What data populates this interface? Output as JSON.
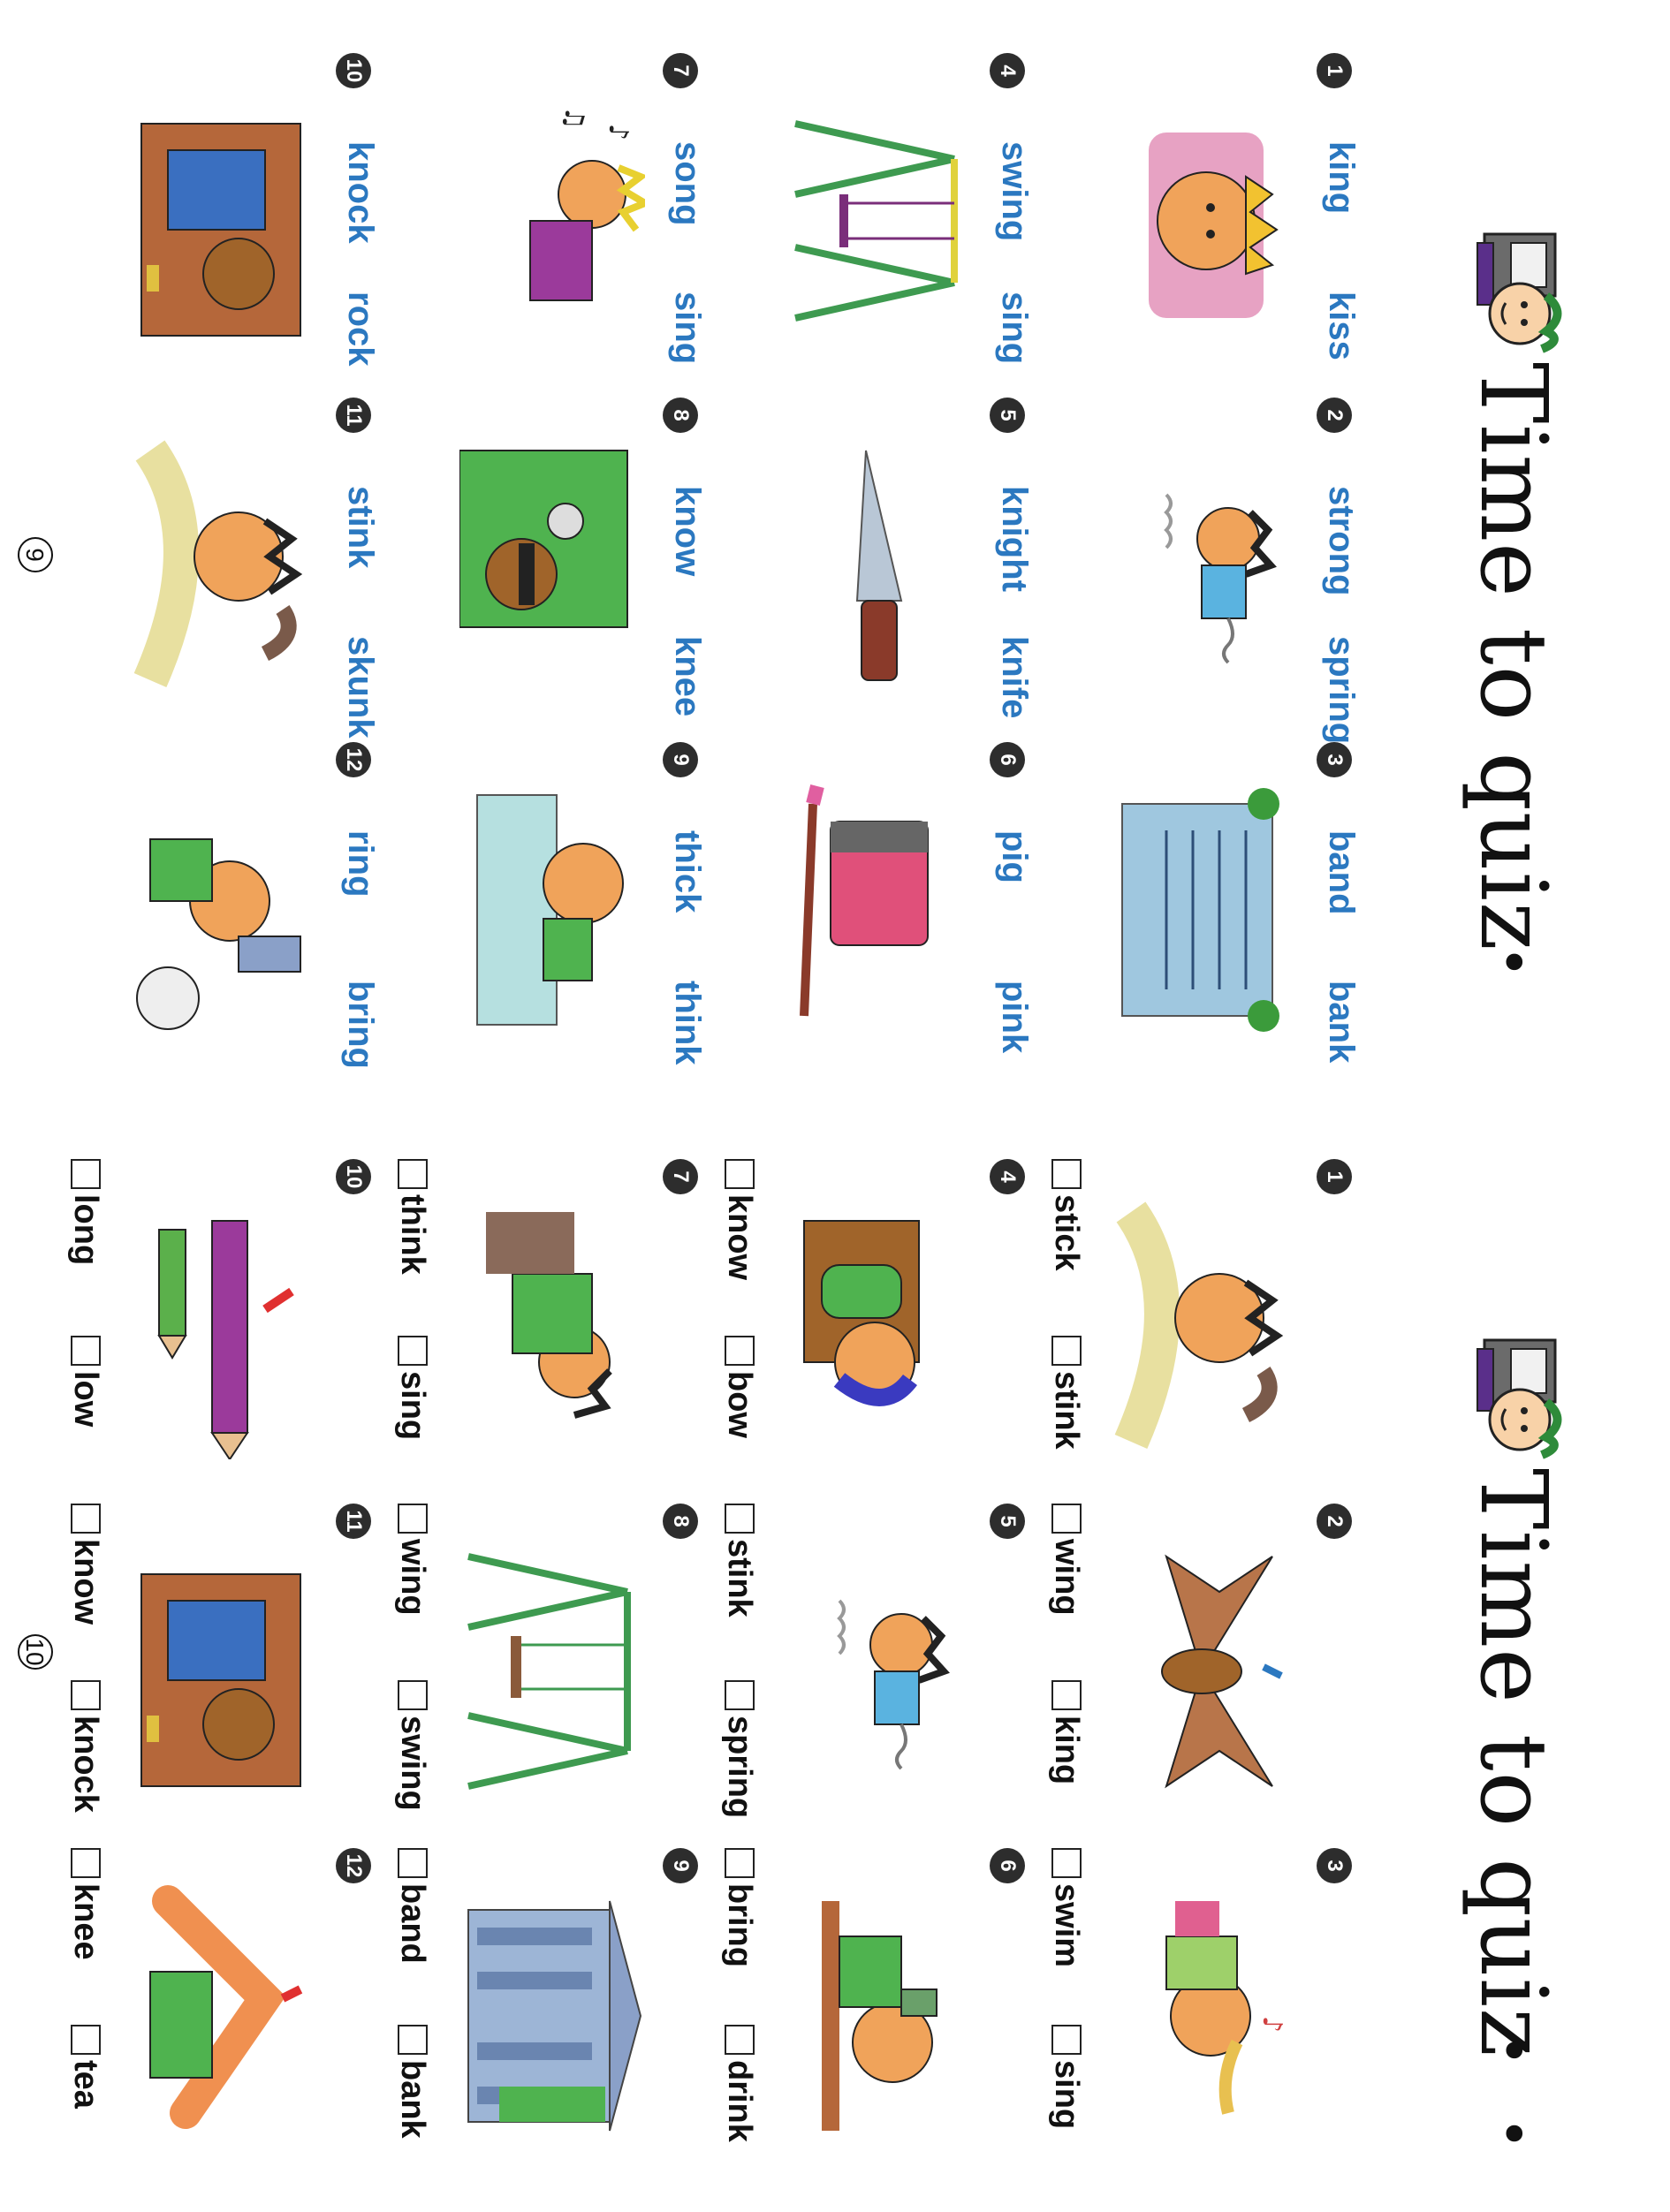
{
  "left_page": {
    "title": "Time to quiz",
    "dots": "•",
    "page_number": "9",
    "items": [
      {
        "num": "1",
        "word1": "king",
        "word2": "kiss",
        "icon": "king-illustration"
      },
      {
        "num": "2",
        "word1": "strong",
        "word2": "spring",
        "icon": "boy-on-spring-illustration"
      },
      {
        "num": "3",
        "word1": "band",
        "word2": "bank",
        "icon": "bank-building-illustration"
      },
      {
        "num": "4",
        "word1": "swing",
        "word2": "sing",
        "icon": "swing-set-illustration"
      },
      {
        "num": "5",
        "word1": "knight",
        "word2": "knife",
        "icon": "knife-illustration"
      },
      {
        "num": "6",
        "word1": "pig",
        "word2": "pink",
        "icon": "pink-paint-illustration"
      },
      {
        "num": "7",
        "word1": "song",
        "word2": "sing",
        "icon": "singer-illustration"
      },
      {
        "num": "8",
        "word1": "know",
        "word2": "knee",
        "icon": "thief-safe-illustration"
      },
      {
        "num": "9",
        "word1": "thick",
        "word2": "think",
        "icon": "thinking-boy-illustration"
      },
      {
        "num": "10",
        "word1": "knock",
        "word2": "rock",
        "icon": "knocking-door-illustration"
      },
      {
        "num": "11",
        "word1": "stink",
        "word2": "skunk",
        "icon": "skunk-illustration"
      },
      {
        "num": "12",
        "word1": "ring",
        "word2": "bring",
        "icon": "soccer-boy-illustration"
      }
    ]
  },
  "right_page": {
    "title": "Time to quiz",
    "dots": "• •",
    "page_number": "10",
    "items": [
      {
        "num": "1",
        "opt1": "stick",
        "opt2": "stink",
        "icon": "skunk-illustration"
      },
      {
        "num": "2",
        "opt1": "wing",
        "opt2": "king",
        "icon": "eagle-wing-illustration"
      },
      {
        "num": "3",
        "opt1": "swim",
        "opt2": "sing",
        "icon": "singing-girl-illustration"
      },
      {
        "num": "4",
        "opt1": "know",
        "opt2": "bow",
        "icon": "bowing-boy-illustration"
      },
      {
        "num": "5",
        "opt1": "stink",
        "opt2": "spring",
        "icon": "boy-on-spring-illustration"
      },
      {
        "num": "6",
        "opt1": "bring",
        "opt2": "drink",
        "icon": "drinking-boy-illustration"
      },
      {
        "num": "7",
        "opt1": "think",
        "opt2": "sing",
        "icon": "thinking-boy-illustration"
      },
      {
        "num": "8",
        "opt1": "wing",
        "opt2": "swing",
        "icon": "swing-set-illustration"
      },
      {
        "num": "9",
        "opt1": "band",
        "opt2": "bank",
        "icon": "bank-building-illustration"
      },
      {
        "num": "10",
        "opt1": "long",
        "opt2": "low",
        "icon": "pencils-illustration"
      },
      {
        "num": "11",
        "opt1": "know",
        "opt2": "knock",
        "icon": "knocking-door-illustration"
      },
      {
        "num": "12",
        "opt1": "knee",
        "opt2": "tea",
        "icon": "knee-illustration"
      }
    ]
  },
  "colors": {
    "word_blue": "#2b78c0",
    "number_circle": "#2d2d2d",
    "text": "#111111"
  }
}
